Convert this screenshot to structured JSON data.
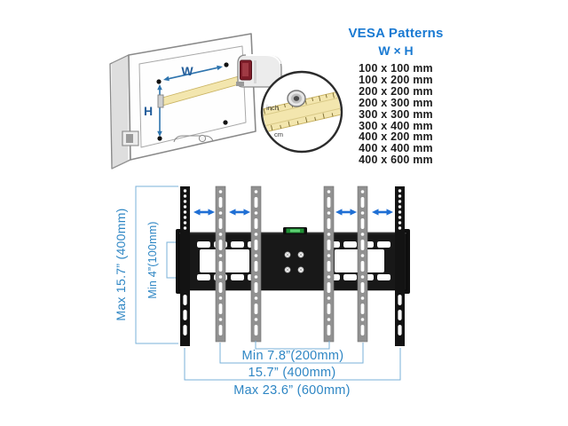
{
  "vesa": {
    "title": "VESA Patterns",
    "subtitle": "W × H",
    "sizes": [
      "100 x 100 mm",
      "100 x 200 mm",
      "200 x 200 mm",
      "200 x 300 mm",
      "300 x 300 mm",
      "300 x 400 mm",
      "400 x 200 mm",
      "400 x 400 mm",
      "400 x 600 mm"
    ]
  },
  "tv": {
    "width_label": "W",
    "height_label": "H",
    "inset_top_label": "inch",
    "inset_bottom_label": "cm"
  },
  "mount": {
    "dim_left_outer": "Max  15.7” (400mm)",
    "dim_left_inner": "Min 4”(100mm)",
    "dim_bottom_inner": "Min 7.8”(200mm)",
    "dim_bottom_middle": "15.7” (400mm)",
    "dim_bottom_outer": "Max 23.6” (600mm)"
  },
  "colors": {
    "vesa_title_blue": "#1a7ad2",
    "dim_label_blue": "#2e86c4",
    "dim_line_blue": "#7ab1d8",
    "adjust_arrow_blue": "#1f6fd4",
    "tv_label_navy": "#235e9b",
    "bracket_black": "#161616",
    "rail_gray": "#919191",
    "level_green": "#2fae44",
    "tape_yellow": "#f3e6ae"
  }
}
